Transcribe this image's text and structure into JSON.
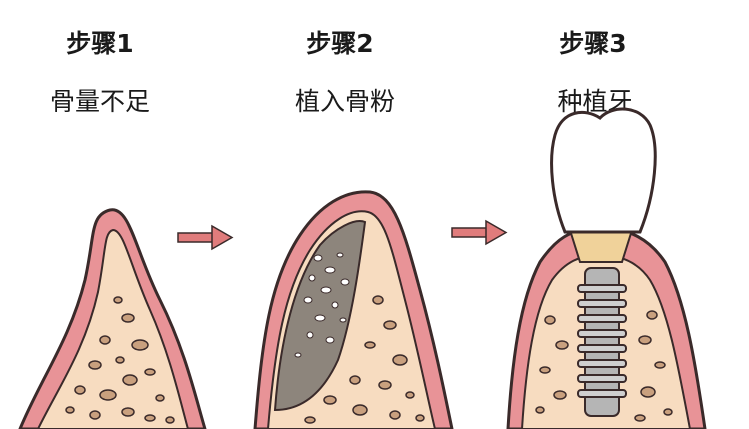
{
  "steps": [
    {
      "step_label": "步骤1",
      "description": "骨量不足"
    },
    {
      "step_label": "步骤2",
      "description": "植入骨粉"
    },
    {
      "step_label": "步骤3",
      "description": "种植牙"
    }
  ],
  "colors": {
    "gum": "#e89397",
    "gum_outline": "#3a2a2a",
    "bone": "#f7dcc0",
    "bone_speck": "#c9a07e",
    "graft": "#8d857c",
    "arrow": "#e07c7c",
    "crown": "#ffffff",
    "abutment": "#f0d29a",
    "implant": "#b5b5b5"
  },
  "icons": [
    "arrow-right-icon",
    "arrow-right-icon"
  ]
}
